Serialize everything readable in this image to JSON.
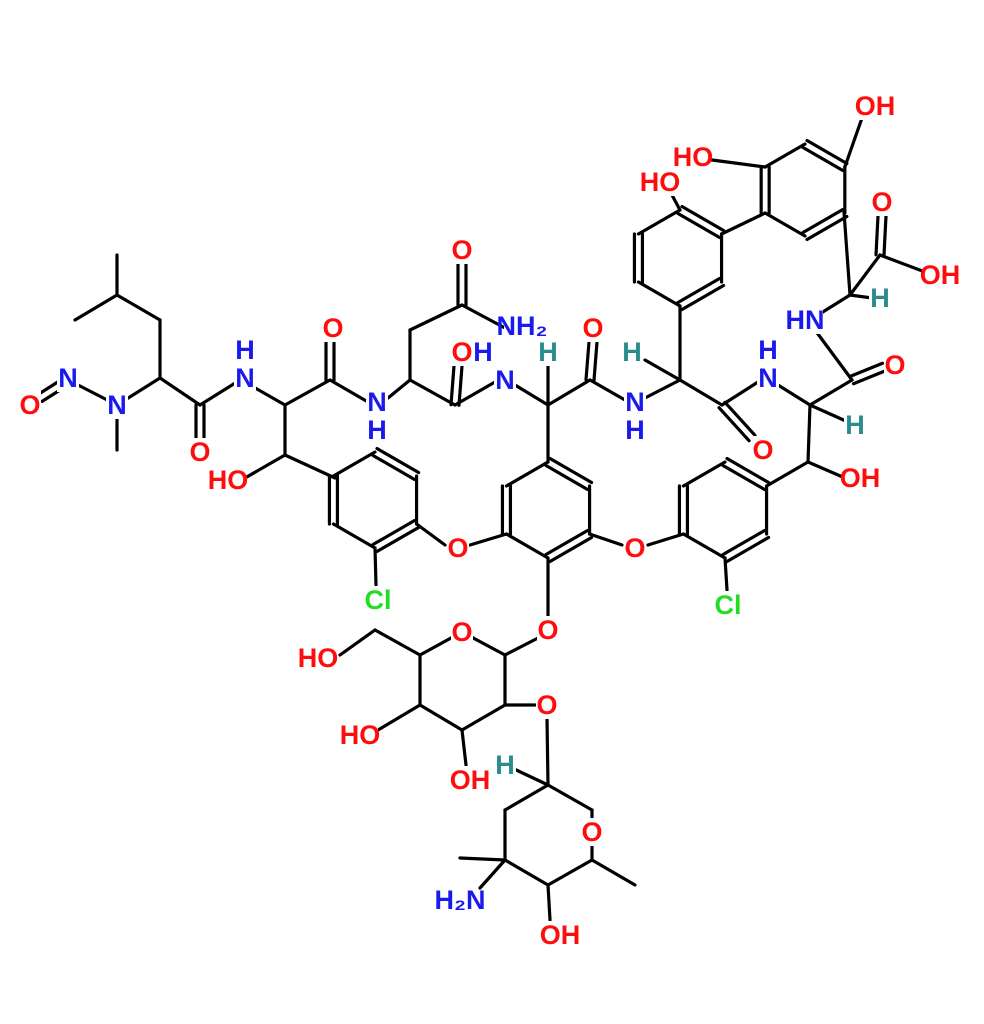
{
  "diagram": {
    "type": "chemical-structure",
    "colors": {
      "O": "#ff0d0d",
      "N": "#1a1aee",
      "Cl": "#22dd22",
      "H": "#2a8c8c",
      "bond": "#000000"
    },
    "atoms": [
      {
        "label": "O",
        "element": "O"
      },
      {
        "label": "N",
        "element": "N"
      },
      {
        "label": "N",
        "element": "N"
      },
      {
        "label": "H",
        "element": "N"
      },
      {
        "label": "N",
        "element": "N"
      },
      {
        "label": "O",
        "element": "O"
      },
      {
        "label": "O",
        "element": "O"
      },
      {
        "label": "HO",
        "element": "O"
      },
      {
        "label": "N",
        "element": "N"
      },
      {
        "label": "H",
        "element": "N"
      },
      {
        "label": "O",
        "element": "O"
      },
      {
        "label": "NH₂",
        "element": "N"
      },
      {
        "label": "O",
        "element": "O"
      },
      {
        "label": "H",
        "element": "N"
      },
      {
        "label": "N",
        "element": "N"
      },
      {
        "label": "H",
        "element": "H"
      },
      {
        "label": "O",
        "element": "O"
      },
      {
        "label": "N",
        "element": "N"
      },
      {
        "label": "H",
        "element": "N"
      },
      {
        "label": "H",
        "element": "H"
      },
      {
        "label": "HO",
        "element": "O"
      },
      {
        "label": "HO",
        "element": "O"
      },
      {
        "label": "OH",
        "element": "O"
      },
      {
        "label": "O",
        "element": "O"
      },
      {
        "label": "OH",
        "element": "O"
      },
      {
        "label": "H",
        "element": "H"
      },
      {
        "label": "HN",
        "element": "N"
      },
      {
        "label": "O",
        "element": "O"
      },
      {
        "label": "H",
        "element": "N"
      },
      {
        "label": "N",
        "element": "N"
      },
      {
        "label": "H",
        "element": "H"
      },
      {
        "label": "O",
        "element": "O"
      },
      {
        "label": "OH",
        "element": "O"
      },
      {
        "label": "O",
        "element": "O"
      },
      {
        "label": "O",
        "element": "O"
      },
      {
        "label": "Cl",
        "element": "Cl"
      },
      {
        "label": "Cl",
        "element": "Cl"
      },
      {
        "label": "O",
        "element": "O"
      },
      {
        "label": "O",
        "element": "O"
      },
      {
        "label": "HO",
        "element": "O"
      },
      {
        "label": "O",
        "element": "O"
      },
      {
        "label": "HO",
        "element": "O"
      },
      {
        "label": "OH",
        "element": "O"
      },
      {
        "label": "H",
        "element": "H"
      },
      {
        "label": "O",
        "element": "O"
      },
      {
        "label": "H₂N",
        "element": "N"
      },
      {
        "label": "OH",
        "element": "O"
      }
    ]
  }
}
